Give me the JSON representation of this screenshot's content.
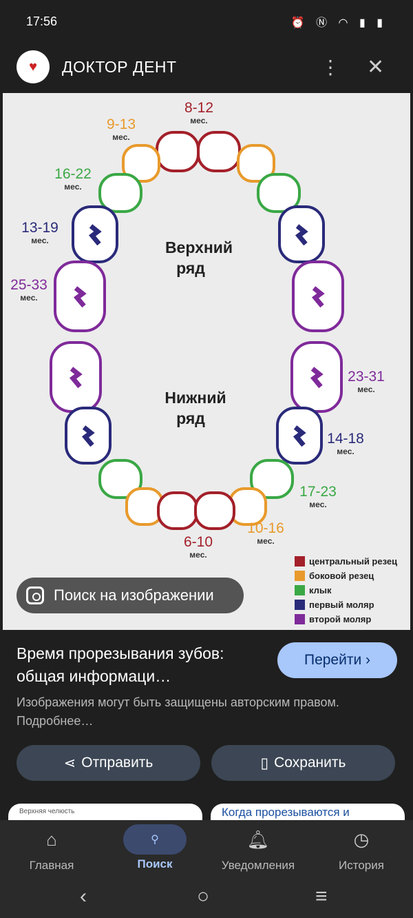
{
  "status": {
    "time": "17:56",
    "icons": [
      "alarm-icon",
      "nfc-icon",
      "wifi-icon",
      "signal-icon",
      "battery-icon"
    ]
  },
  "header": {
    "title": "ДОКТОР ДЕНТ"
  },
  "image": {
    "upper_label": [
      "Верхний",
      "ряд"
    ],
    "lower_label": [
      "Нижний",
      "ряд"
    ],
    "ages": {
      "u_central": [
        "8-12",
        "мес."
      ],
      "u_lateral": [
        "9-13",
        "мес."
      ],
      "u_canine": [
        "16-22",
        "мес."
      ],
      "u_first": [
        "13-19",
        "мес."
      ],
      "u_second": [
        "25-33",
        "мес."
      ],
      "l_second": [
        "23-31",
        "мес."
      ],
      "l_first": [
        "14-18",
        "мес."
      ],
      "l_canine": [
        "17-23",
        "мес."
      ],
      "l_lateral": [
        "10-16",
        "мес."
      ],
      "l_central": [
        "6-10",
        "мес."
      ]
    },
    "legend": [
      {
        "label": "центральный резец",
        "color": "#a3202a"
      },
      {
        "label": "боковой резец",
        "color": "#e89a2c"
      },
      {
        "label": "клык",
        "color": "#3aa845"
      },
      {
        "label": "первый моляр",
        "color": "#2a2a7a"
      },
      {
        "label": "второй моляр",
        "color": "#7f2a9a"
      }
    ]
  },
  "lens": {
    "label": "Поиск на изображении"
  },
  "result": {
    "title": "Время прорезывания зубов: общая информаци…",
    "go_label": "Перейти ›",
    "note": "Изображения могут быть защищены авторским правом. Подробнее…"
  },
  "actions": {
    "share": "Отправить",
    "save": "Сохранить"
  },
  "thumbs": [
    "Верхняя челюсть",
    "Когда прорезываются и"
  ],
  "nav": [
    {
      "label": "Главная"
    },
    {
      "label": "Поиск"
    },
    {
      "label": "Уведомления"
    },
    {
      "label": "История"
    }
  ]
}
